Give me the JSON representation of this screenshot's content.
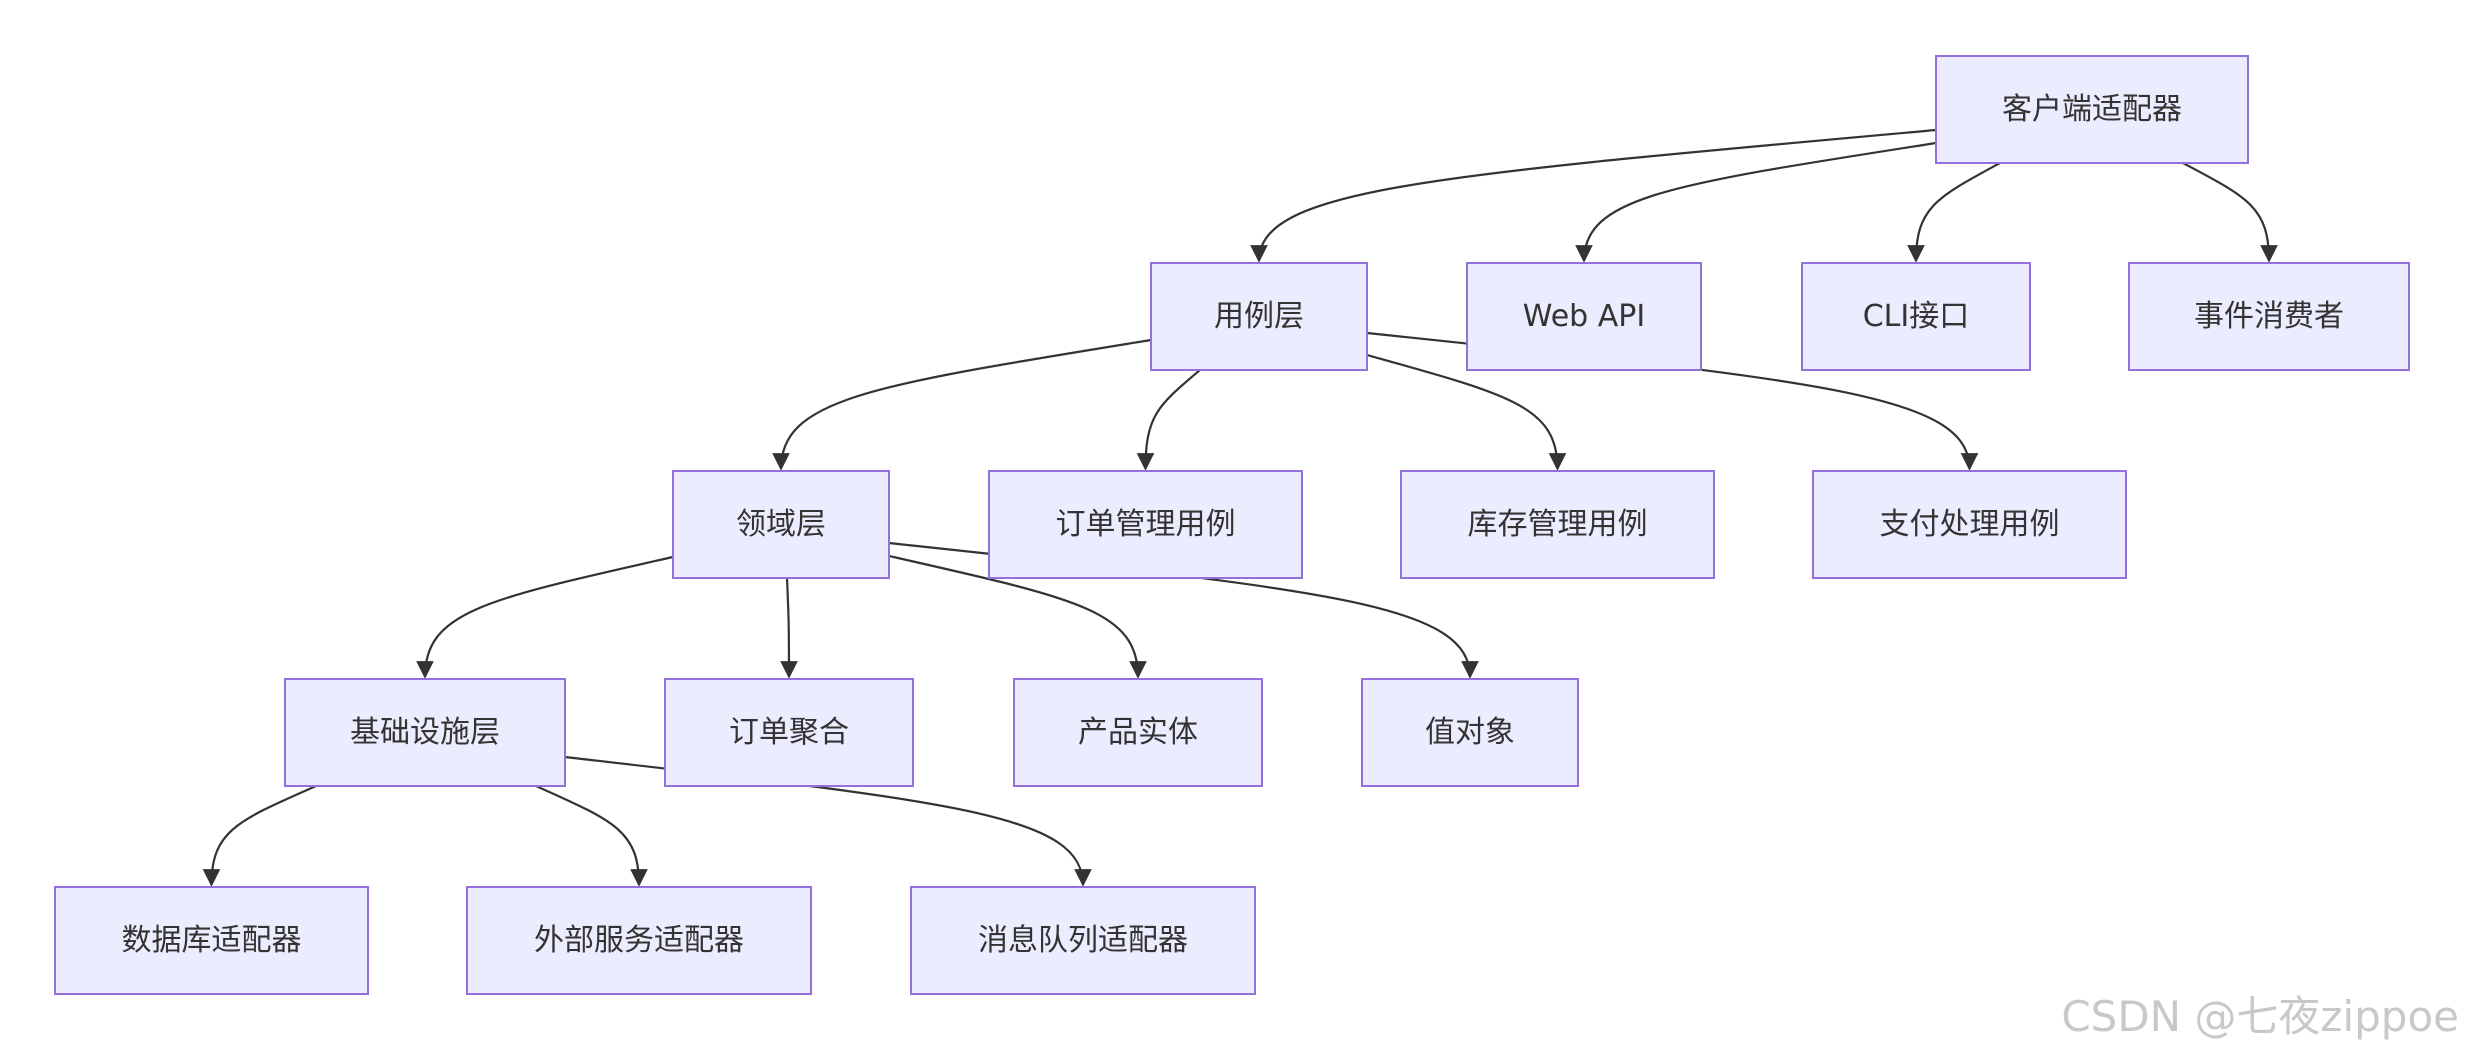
{
  "diagram": {
    "nodes": [
      {
        "id": "client",
        "label": "客户端适配器"
      },
      {
        "id": "usecase",
        "label": "用例层"
      },
      {
        "id": "webapi",
        "label": "Web API"
      },
      {
        "id": "cli",
        "label": "CLI接口"
      },
      {
        "id": "consumer",
        "label": "事件消费者"
      },
      {
        "id": "domain",
        "label": "领域层"
      },
      {
        "id": "order_uc",
        "label": "订单管理用例"
      },
      {
        "id": "stock_uc",
        "label": "库存管理用例"
      },
      {
        "id": "pay_uc",
        "label": "支付处理用例"
      },
      {
        "id": "infra",
        "label": "基础设施层"
      },
      {
        "id": "order_agg",
        "label": "订单聚合"
      },
      {
        "id": "product",
        "label": "产品实体"
      },
      {
        "id": "value_obj",
        "label": "值对象"
      },
      {
        "id": "db_adapter",
        "label": "数据库适配器"
      },
      {
        "id": "ext_adapter",
        "label": "外部服务适配器"
      },
      {
        "id": "mq_adapter",
        "label": "消息队列适配器"
      }
    ],
    "edges": [
      {
        "from": "client",
        "to": "usecase"
      },
      {
        "from": "client",
        "to": "webapi"
      },
      {
        "from": "client",
        "to": "cli"
      },
      {
        "from": "client",
        "to": "consumer"
      },
      {
        "from": "usecase",
        "to": "domain"
      },
      {
        "from": "usecase",
        "to": "order_uc"
      },
      {
        "from": "usecase",
        "to": "stock_uc"
      },
      {
        "from": "usecase",
        "to": "pay_uc"
      },
      {
        "from": "domain",
        "to": "infra"
      },
      {
        "from": "domain",
        "to": "order_agg"
      },
      {
        "from": "domain",
        "to": "product"
      },
      {
        "from": "domain",
        "to": "value_obj"
      },
      {
        "from": "infra",
        "to": "db_adapter"
      },
      {
        "from": "infra",
        "to": "ext_adapter"
      },
      {
        "from": "infra",
        "to": "mq_adapter"
      }
    ]
  },
  "watermark": "CSDN @七夜zippoe"
}
